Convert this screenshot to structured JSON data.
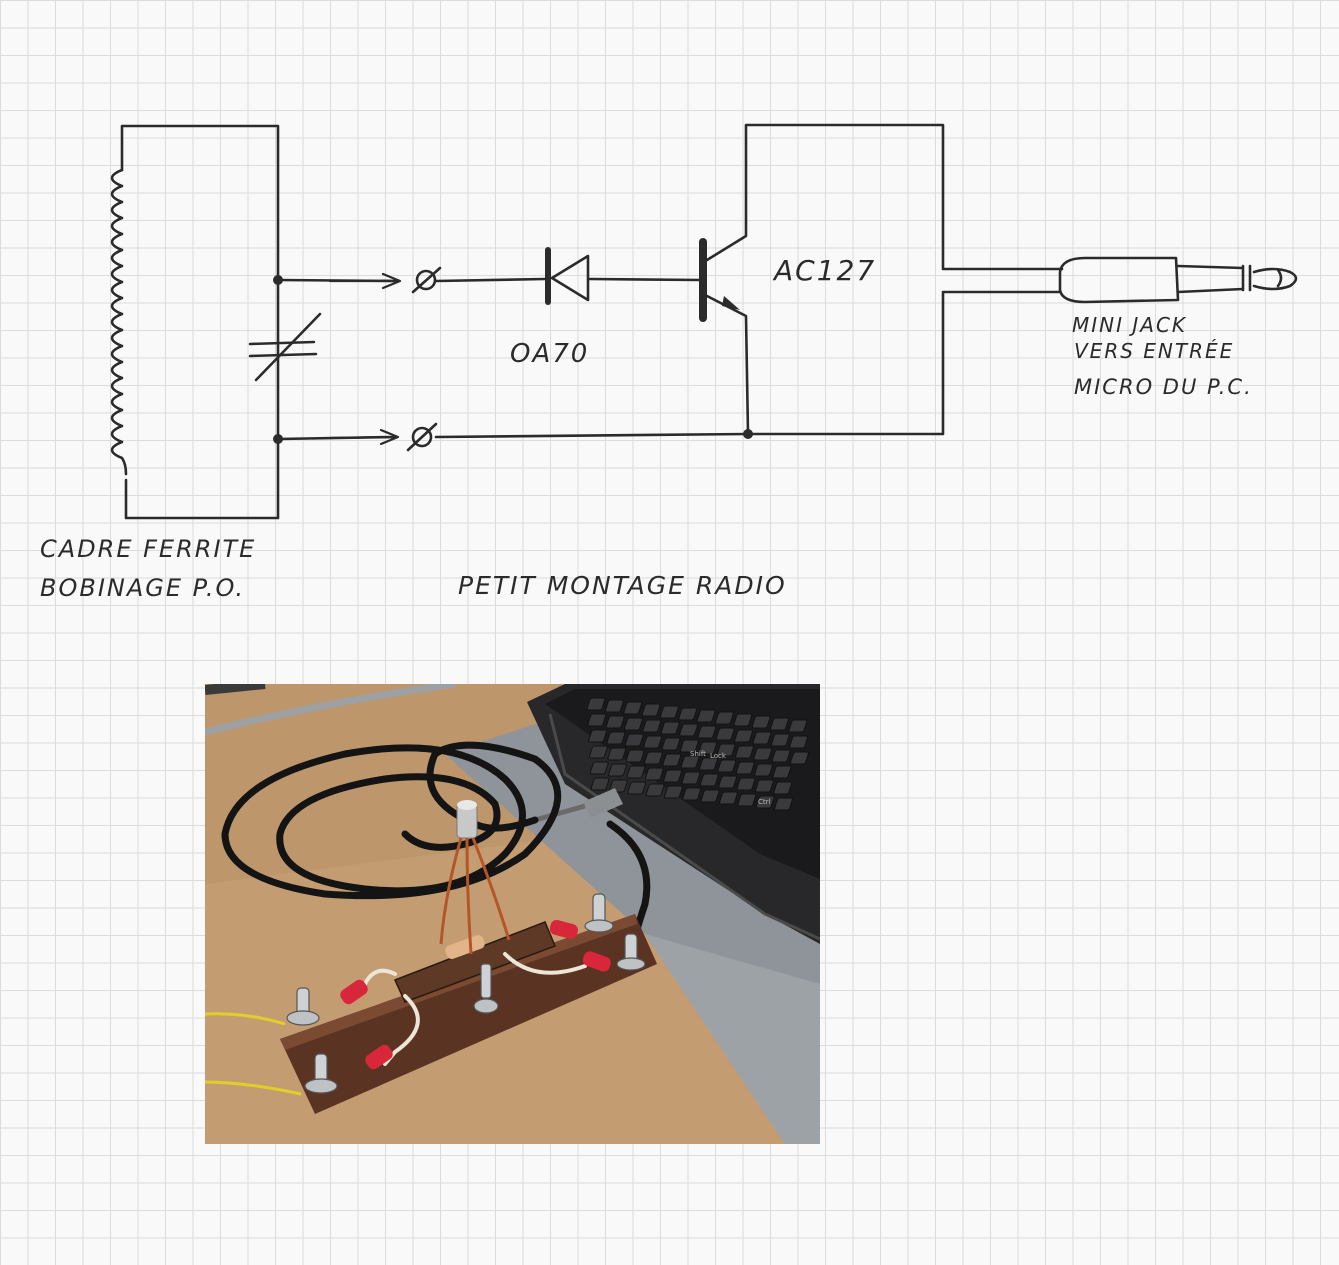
{
  "labels": {
    "transistor": "AC127",
    "diode": "OA70",
    "jack_line1": "MINI JACK",
    "jack_line2": "VERS ENTRÉE",
    "jack_line3": "MICRO DU P.C.",
    "coil_line1": "CADRE FERRITE",
    "coil_line2": "BOBINAGE P.O.",
    "title": "PETIT MONTAGE RADIO",
    "terminal_top": "Ø",
    "terminal_bottom": "Ø"
  },
  "photo": {
    "key_caps": [
      "Shift",
      "Lock",
      "Ctrl"
    ],
    "colors": {
      "desk": "#c9a47a",
      "board": "#5a3322",
      "laptop": "#2a2a2c",
      "cable": "#141414",
      "red_sleeve": "#d8263a",
      "yellow_wire": "#e0cf2a",
      "copper": "#b4552a"
    }
  }
}
